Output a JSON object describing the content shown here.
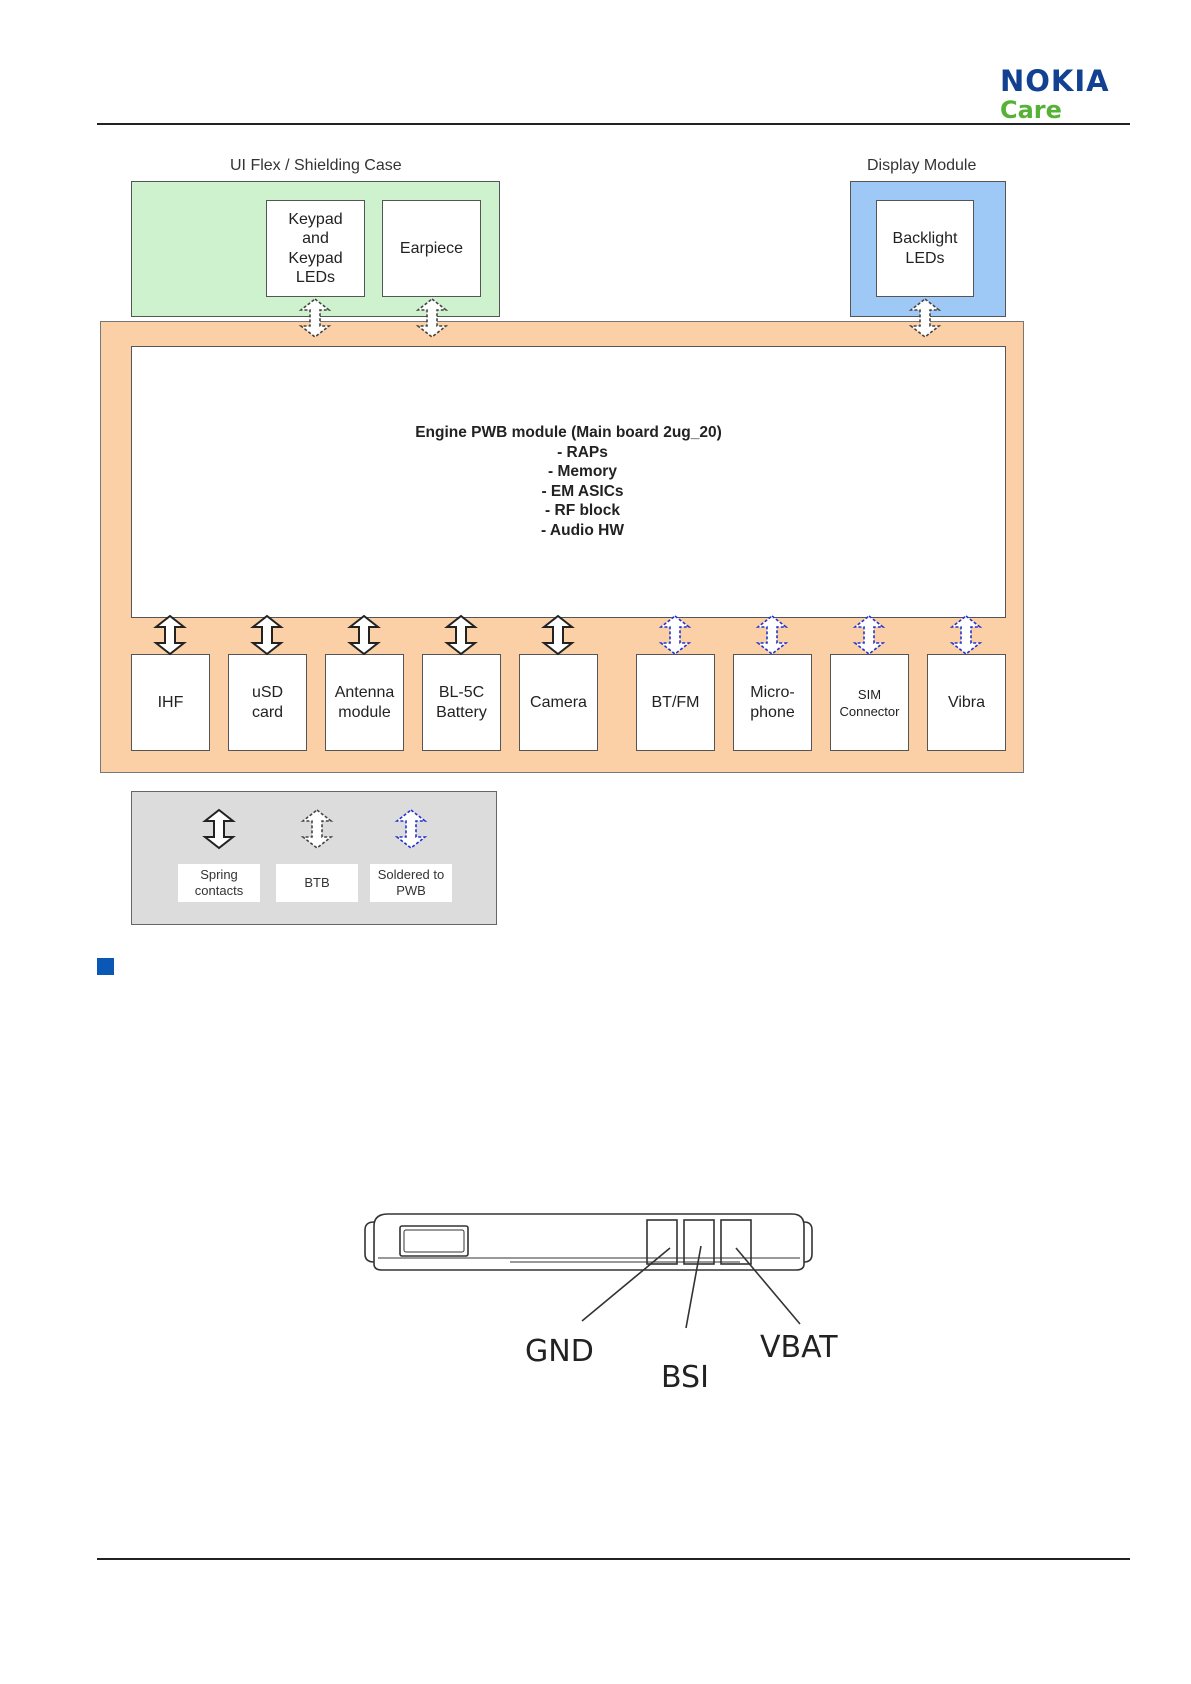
{
  "header": {
    "brand": "NOKIA",
    "sub_brand": "Care",
    "brand_colors": {
      "nokia": "#124191",
      "care": "#56b236"
    }
  },
  "diagram": {
    "ui_flex_label": "UI Flex / Shielding Case",
    "display_module_label": "Display Module",
    "top_modules": {
      "keypad": [
        "Keypad",
        "and",
        "Keypad",
        "LEDs"
      ],
      "earpiece": [
        "Earpiece"
      ],
      "backlight": [
        "Backlight",
        "LEDs"
      ]
    },
    "engine": {
      "title": "Engine PWB module (Main board 2ug_20)",
      "items": [
        "- RAPs",
        "- Memory",
        "- EM ASICs",
        "- RF block",
        "- Audio HW"
      ]
    },
    "bottom_modules": [
      {
        "lines": [
          "IHF"
        ],
        "connection": "spring"
      },
      {
        "lines": [
          "uSD",
          "card"
        ],
        "connection": "spring"
      },
      {
        "lines": [
          "Antenna",
          "module"
        ],
        "connection": "spring"
      },
      {
        "lines": [
          "BL-5C",
          "Battery"
        ],
        "connection": "spring"
      },
      {
        "lines": [
          "Camera"
        ],
        "connection": "spring"
      },
      {
        "lines": [
          "BT/FM"
        ],
        "connection": "soldered"
      },
      {
        "lines": [
          "Micro-",
          "phone"
        ],
        "connection": "soldered"
      },
      {
        "lines": [
          "SIM",
          "Connector"
        ],
        "connection": "soldered"
      },
      {
        "lines": [
          "Vibra"
        ],
        "connection": "soldered"
      }
    ],
    "legend": [
      {
        "lines": [
          "Spring",
          "contacts"
        ],
        "style": "spring"
      },
      {
        "lines": [
          "BTB"
        ],
        "style": "btb"
      },
      {
        "lines": [
          "Soldered to",
          "PWB"
        ],
        "style": "soldered"
      }
    ],
    "colors": {
      "ui_flex": "#cdf2cd",
      "display": "#9ec8f5",
      "engine_frame": "#fcd0a6",
      "legend_bg": "#dcdcdc",
      "soldered_arrow": "#2233cc"
    }
  },
  "battery": {
    "contacts": [
      "GND",
      "BSI",
      "VBAT"
    ]
  }
}
